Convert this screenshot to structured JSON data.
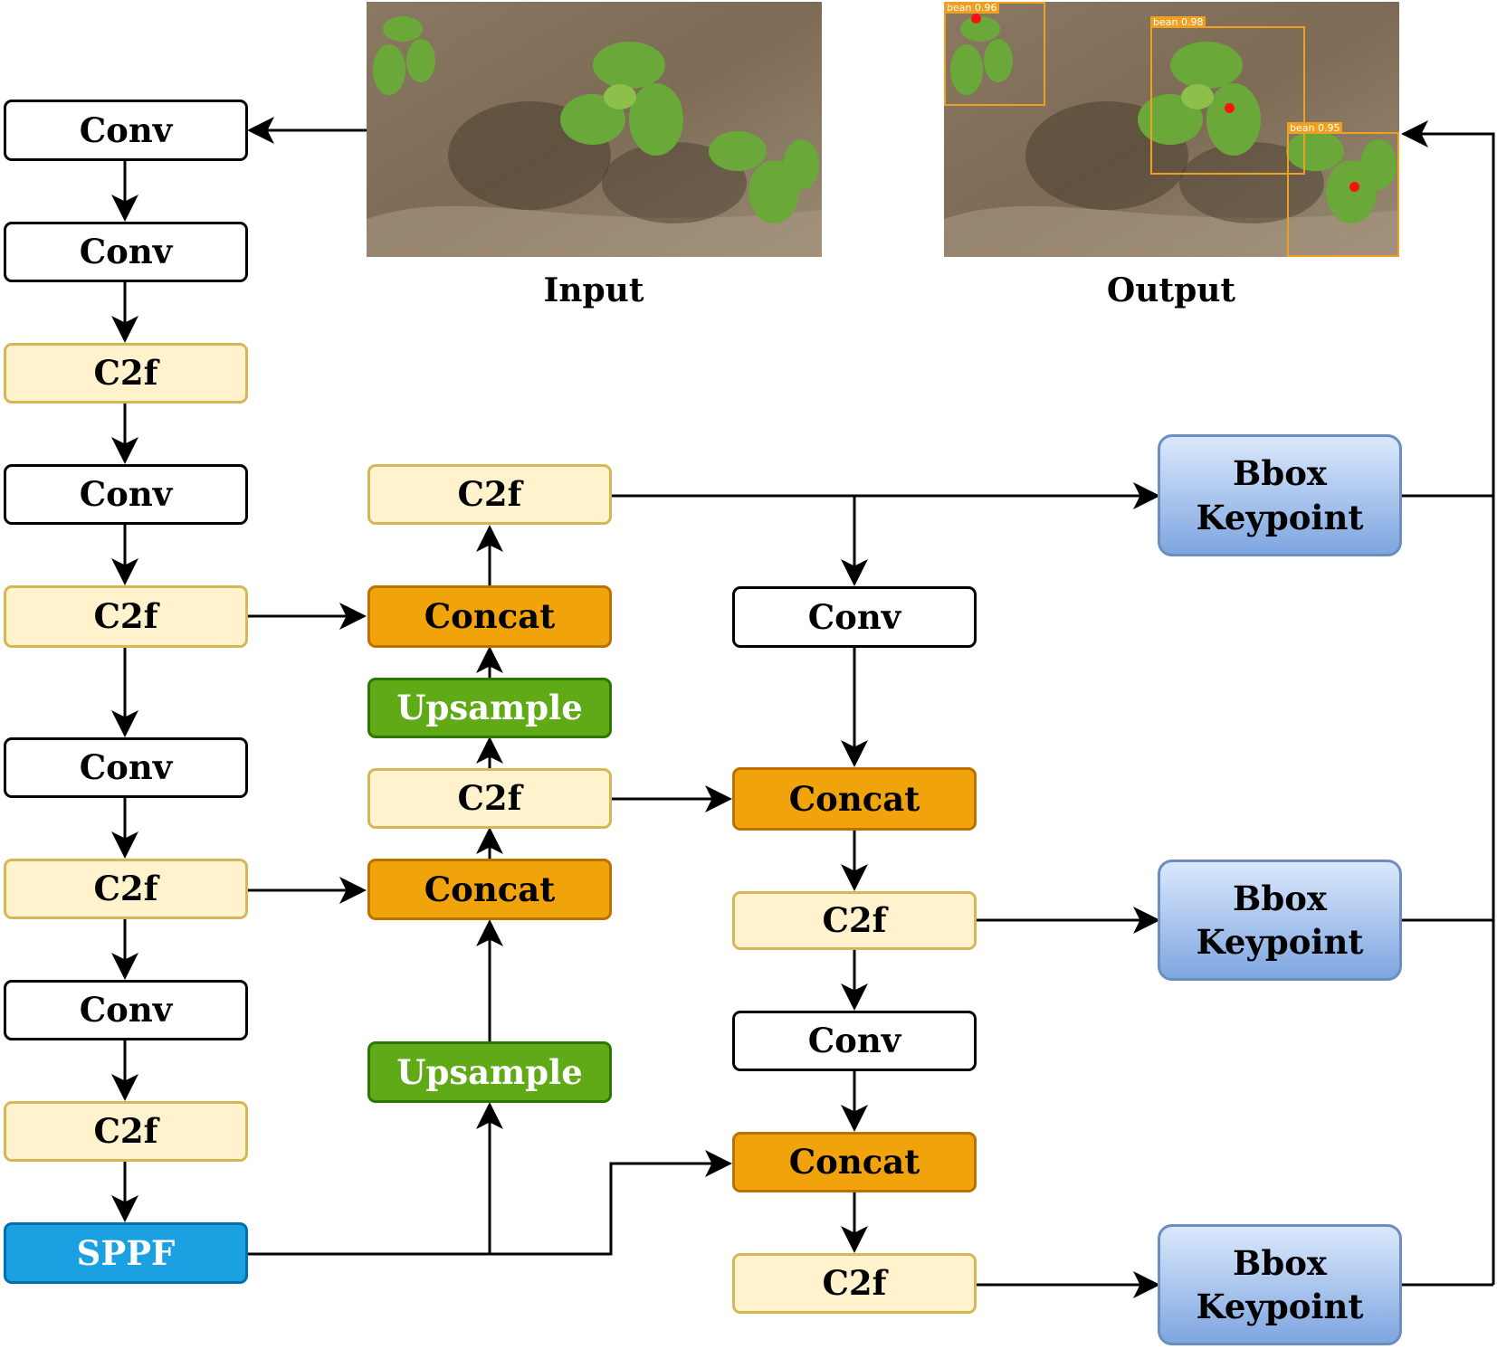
{
  "captions": {
    "input": "Input",
    "output": "Output"
  },
  "colors": {
    "conv_fill": "#ffffff",
    "conv_border": "#000000",
    "c2f_fill": "#fff2cc",
    "c2f_border": "#d6b656",
    "concat_fill": "#f0a30a",
    "concat_border": "#bd7000",
    "upsample_fill": "#60a917",
    "upsample_border": "#2d7600",
    "sppf_fill": "#1ba1e2",
    "sppf_border": "#006eaf",
    "head_fill_top": "#dae8fc",
    "head_fill_bottom": "#7ea6e0",
    "head_border": "#6c8ebf",
    "detection_box": "#f0a020",
    "keypoint_dot": "#ff1010"
  },
  "backbone": {
    "b1": "Conv",
    "b2": "Conv",
    "b3": "C2f",
    "b4": "Conv",
    "b5": "C2f",
    "b6": "Conv",
    "b7": "C2f",
    "b8": "Conv",
    "b9": "C2f",
    "sppf": "SPPF"
  },
  "neck_up": {
    "c2f_top": "C2f",
    "concat_1": "Concat",
    "upsample_1": "Upsample",
    "c2f_mid": "C2f",
    "concat_2": "Concat",
    "upsample_2": "Upsample"
  },
  "neck_down": {
    "conv_1": "Conv",
    "concat_1": "Concat",
    "c2f_1": "C2f",
    "conv_2": "Conv",
    "concat_2": "Concat",
    "c2f_2": "C2f"
  },
  "heads": [
    {
      "line1": "Bbox",
      "line2": "Keypoint"
    },
    {
      "line1": "Bbox",
      "line2": "Keypoint"
    },
    {
      "line1": "Bbox",
      "line2": "Keypoint"
    }
  ],
  "detections": [
    {
      "label": "bean  0.96"
    },
    {
      "label": "bean  0.98"
    },
    {
      "label": "bean  0.95"
    }
  ]
}
